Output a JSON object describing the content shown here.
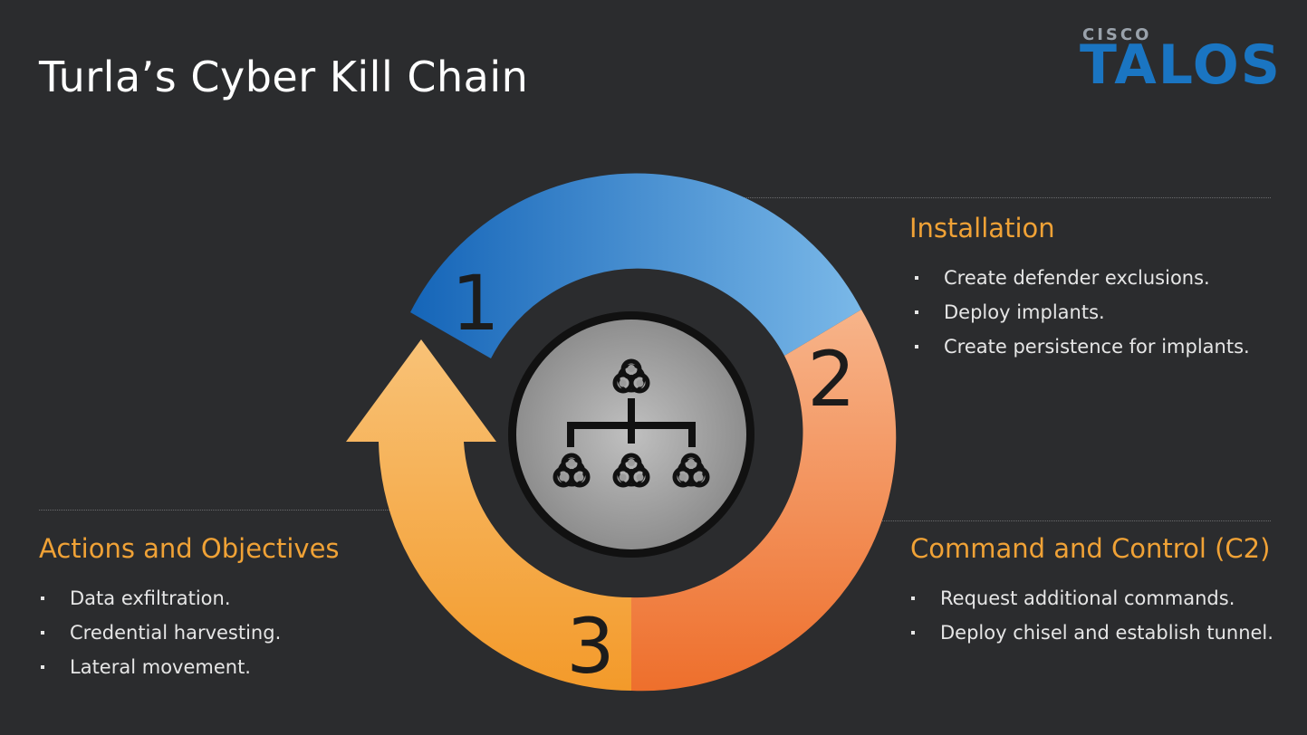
{
  "title": "Turla’s Cyber Kill Chain",
  "logo": {
    "cisco": "CISCO",
    "talos": "TALOS"
  },
  "steps": [
    {
      "number": "1",
      "color": "#2b7fcf"
    },
    {
      "number": "2",
      "heading": "Installation",
      "color": "#f39a63",
      "items": [
        "Create defender exclusions.",
        "Deploy implants.",
        "Create persistence for implants."
      ]
    },
    {
      "number": "3",
      "color": "#f5a43a"
    }
  ],
  "sections": {
    "installation": {
      "heading": "Installation",
      "items": [
        "Create defender exclusions.",
        "Deploy implants.",
        "Create persistence for implants."
      ]
    },
    "c2": {
      "heading": "Command and Control (C2)",
      "items": [
        "Request additional commands.",
        "Deploy chisel and establish tunnel."
      ]
    },
    "actions": {
      "heading": "Actions and Objectives",
      "items": [
        "Data exfiltration.",
        "Credential harvesting.",
        "Lateral movement."
      ]
    }
  },
  "center_icon": "biohazard-network-icon",
  "colors": {
    "accent_orange": "#f0a236",
    "talos_blue": "#1a75c2",
    "background": "#2b2c2e"
  }
}
